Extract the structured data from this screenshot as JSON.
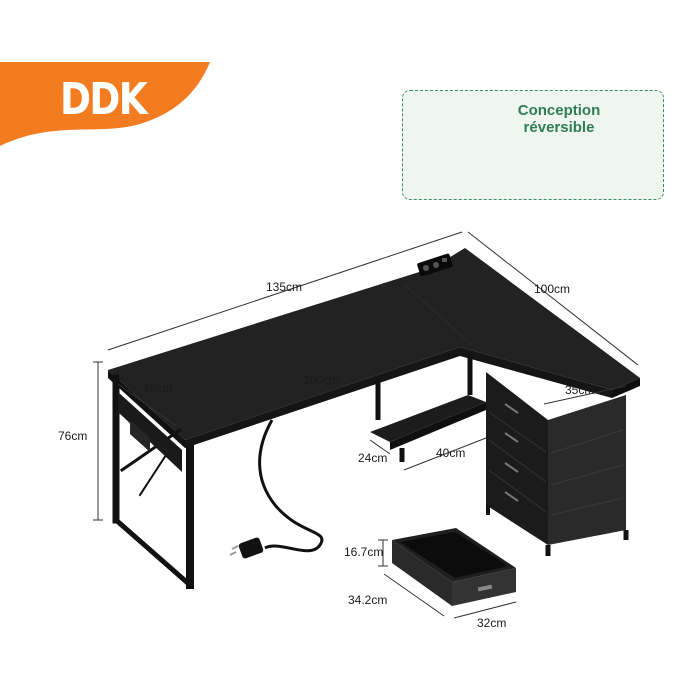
{
  "brand": {
    "name": "DDK",
    "color": "#f47c20"
  },
  "reversible": {
    "line1": "Conception",
    "line2": "réversible",
    "icon": "swap-arrows-icon",
    "color": "#2f7d55"
  },
  "dimensions": {
    "width_back": "135cm",
    "width_side": "100cm",
    "height": "76cm",
    "depth_left": "48cm",
    "desk_front": "100cm",
    "cabinet_depth": "35cm",
    "shelf_depth": "24cm",
    "shelf_width": "40cm",
    "drawer_height": "16.7cm",
    "drawer_depth": "34.2cm",
    "drawer_width": "32cm"
  },
  "colors": {
    "desk": "#1d1d1d",
    "frame": "#111111",
    "dimension_line": "#333333"
  }
}
